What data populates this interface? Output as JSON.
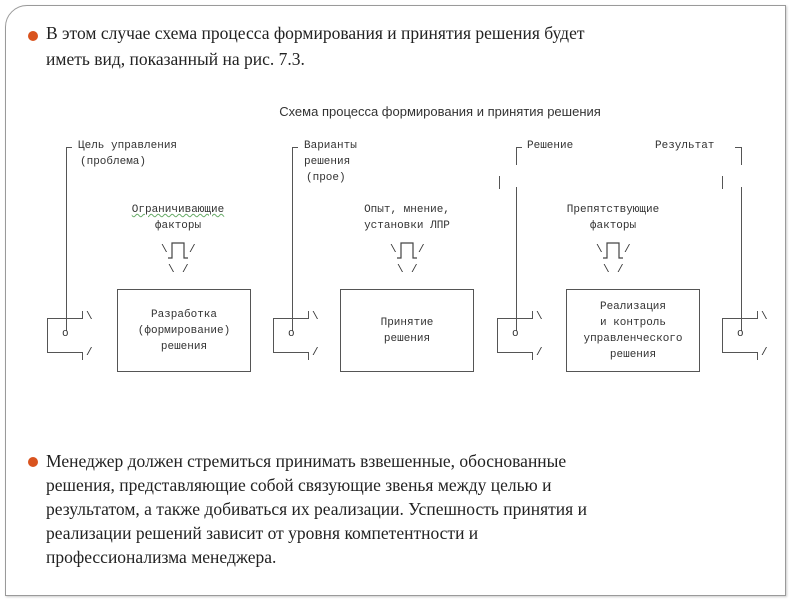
{
  "intro": {
    "line1": "В этом случае схема процесса формирования и принятия решения будет",
    "line2": "иметь вид, показанный на рис. 7.3."
  },
  "diagram": {
    "title": "Схема процесса формирования и принятия решения",
    "goal": [
      "Цель управления",
      "(проблема)"
    ],
    "variants": [
      "Варианты",
      "решения",
      "(прое)"
    ],
    "decision": "Решение",
    "result": "Результат",
    "factors": [
      [
        "Ограничивающие",
        "факторы"
      ],
      [
        "Опыт, мнение,",
        "установки ЛПР"
      ],
      [
        "Препятствующие",
        "факторы"
      ]
    ],
    "boxes": [
      [
        "Разработка",
        "(формирование)",
        "решения"
      ],
      [
        "Принятие",
        "решения"
      ],
      [
        "Реализация",
        "и контроль",
        "управленческого",
        "решения"
      ]
    ],
    "switch_label": "o"
  },
  "conclusion": [
    "Менеджер должен стремиться принимать взвешенные, обоснованные",
    "решения, представляющие собой связующие звенья между целью и",
    "результатом, а также добиваться их реализации. Успешность принятия и",
    "реализации решений зависит от уровня компетентности и",
    "профессионализма менеджера."
  ],
  "colors": {
    "bullet": "#d9531e",
    "frame": "#9a9a9a"
  }
}
